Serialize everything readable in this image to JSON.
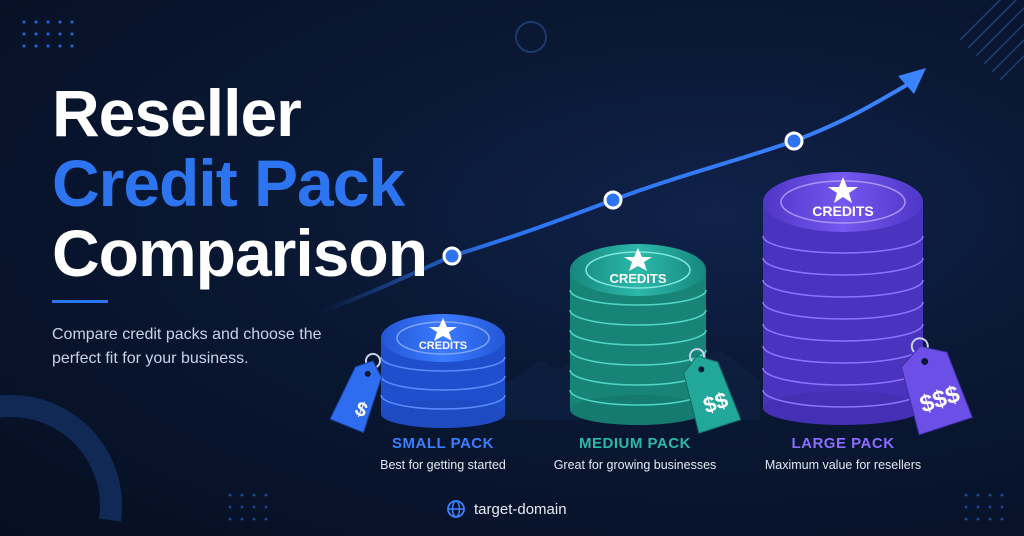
{
  "headline": {
    "line1": "Reseller",
    "line2": "Credit Pack",
    "line3": "Comparison"
  },
  "subtitle": "Compare credit packs and choose the perfect fit for your business.",
  "coin_label": "CREDITS",
  "packs": [
    {
      "name": "SMALL PACK",
      "description": "Best for getting started",
      "tag": "$",
      "color": "#2f6df0"
    },
    {
      "name": "MEDIUM PACK",
      "description": "Great for growing businesses",
      "tag": "$$",
      "color": "#22a79b"
    },
    {
      "name": "LARGE PACK",
      "description": "Maximum value for resellers",
      "tag": "$$$",
      "color": "#6b4fe6"
    }
  ],
  "footer": {
    "domain": "target-domain",
    "icon": "globe-icon"
  },
  "colors": {
    "accent": "#2d74f0",
    "background": "#071226"
  }
}
